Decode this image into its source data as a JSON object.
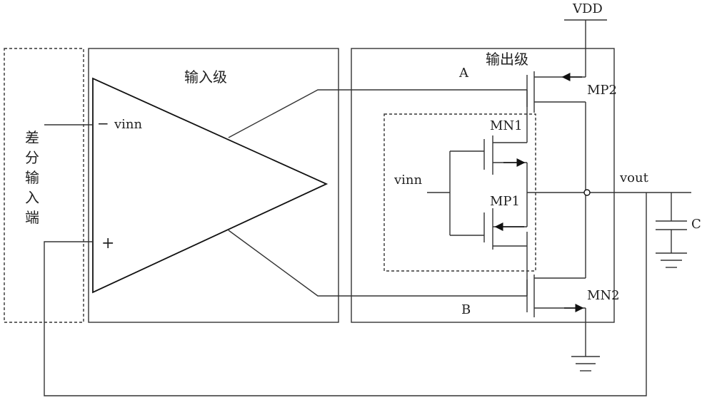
{
  "blocks": {
    "differential_input": "差分输入端",
    "input_stage": "输入级",
    "output_stage": "输出级"
  },
  "pins": {
    "minus": "−",
    "plus": "+",
    "vinn_input": "vinn",
    "vinn_inner": "vinn"
  },
  "nodes": {
    "A": "A",
    "B": "B",
    "vdd": "VDD",
    "vout": "vout"
  },
  "transistors": {
    "mp2": "MP2",
    "mn1": "MN1",
    "mp1": "MP1",
    "mn2": "MN2"
  },
  "capacitor": "C"
}
